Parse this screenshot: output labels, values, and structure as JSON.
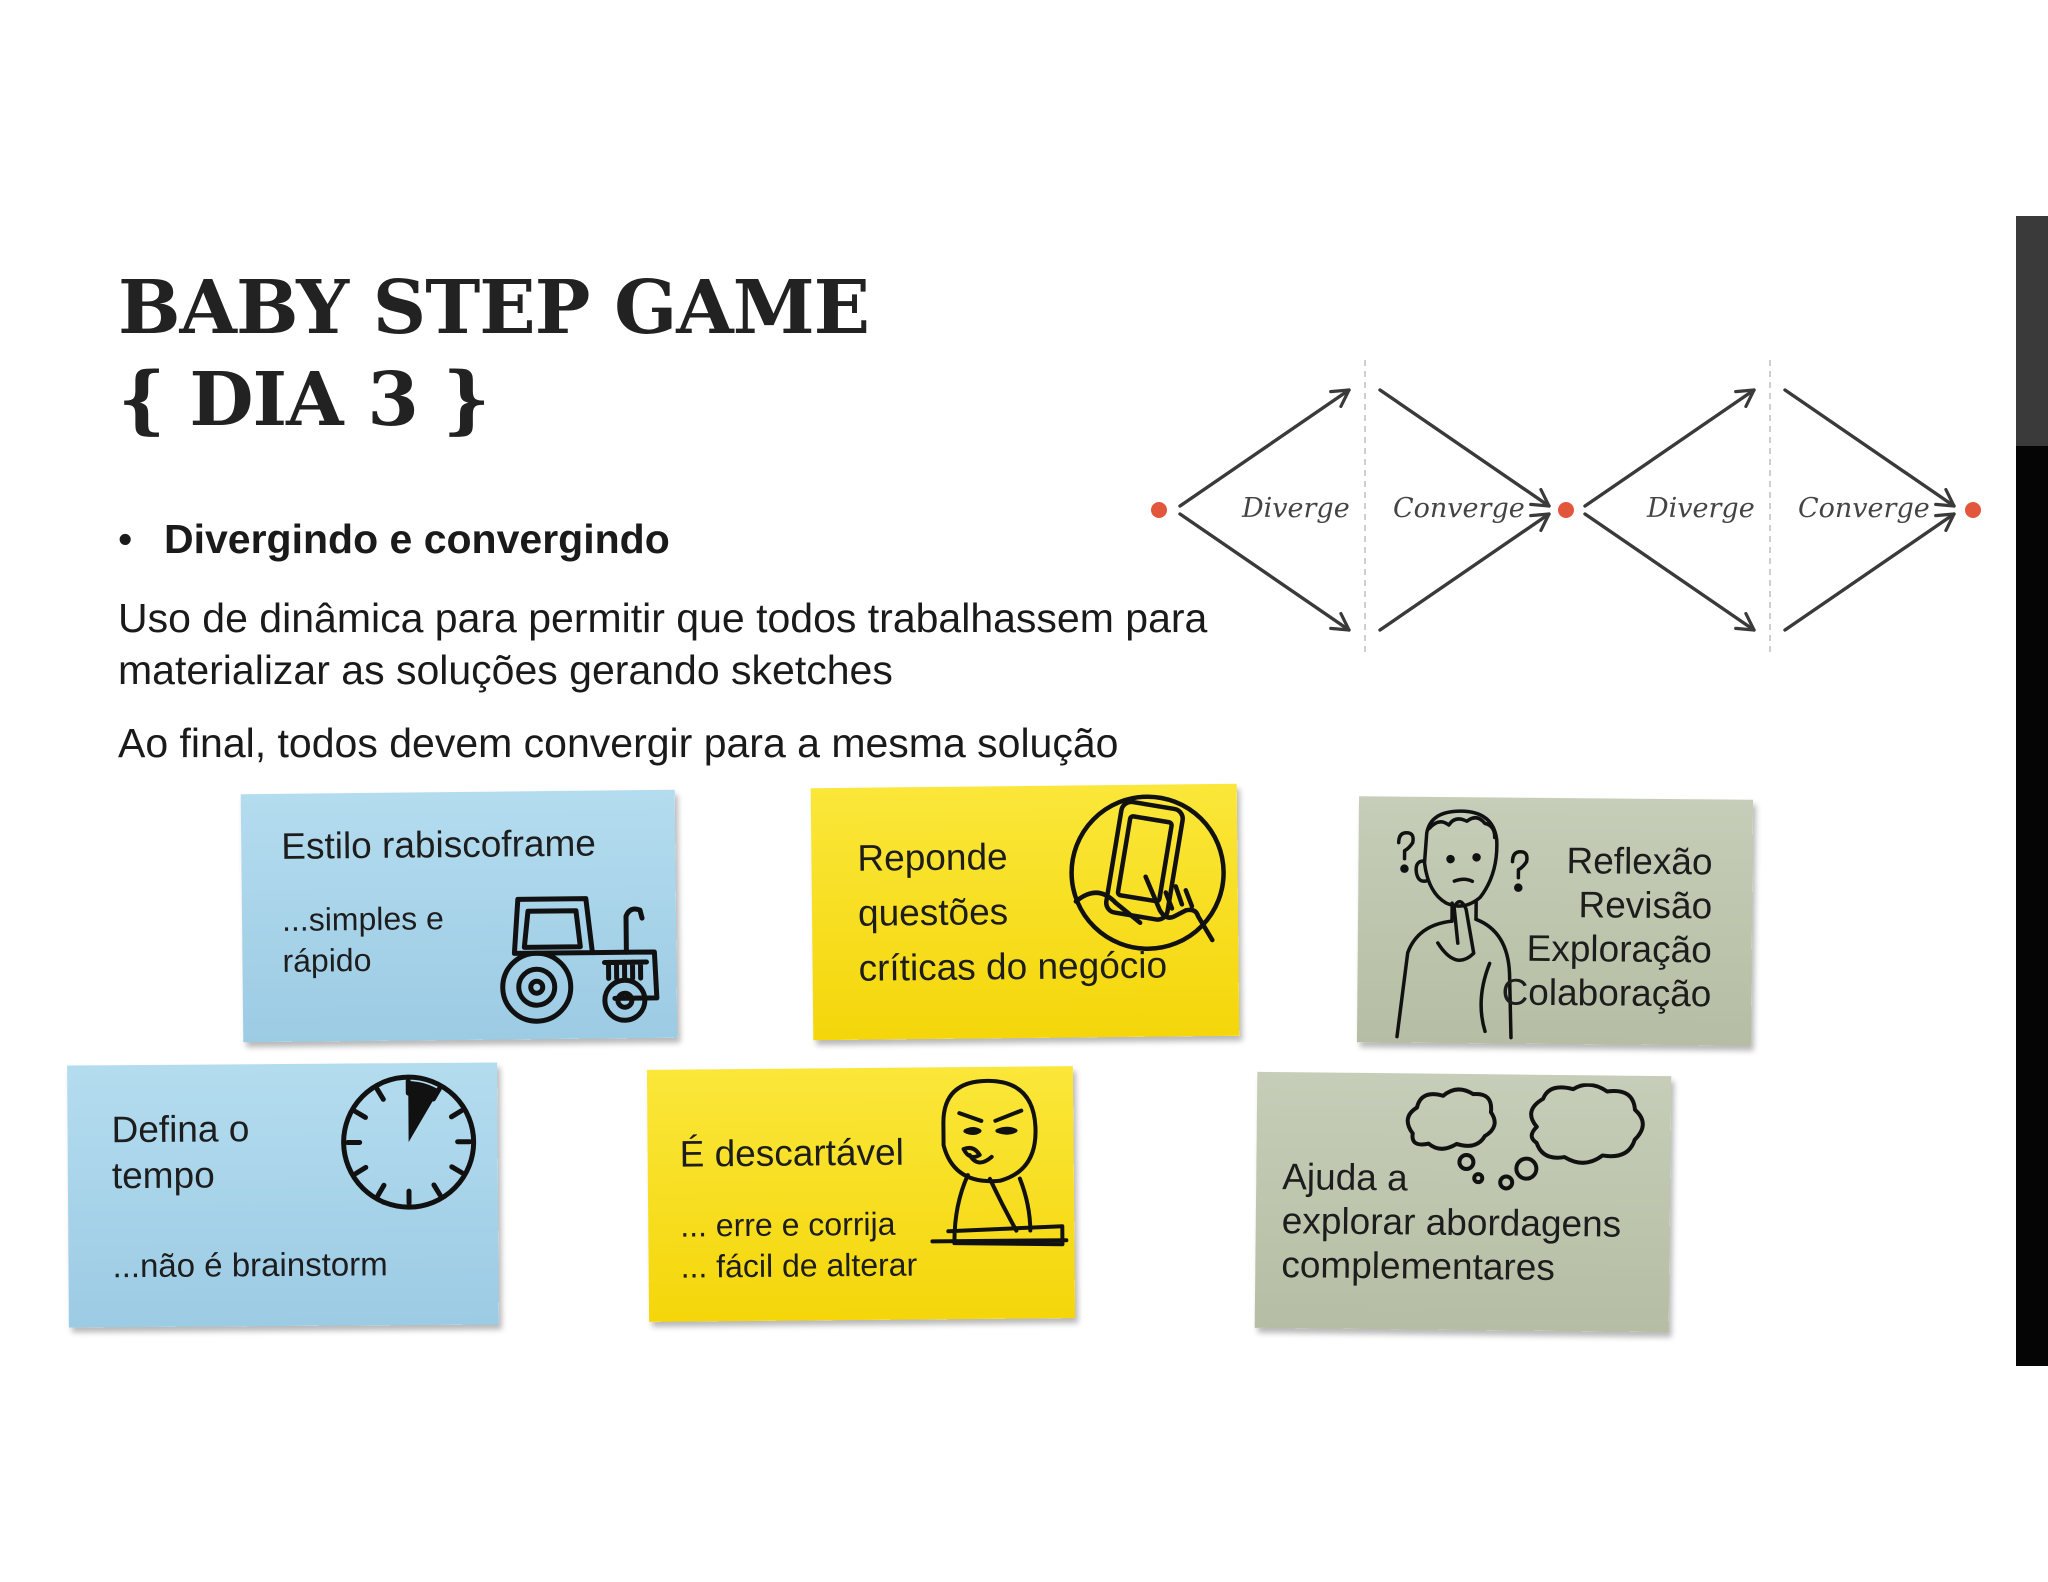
{
  "slide": {
    "title_line1": "BABY STEP GAME",
    "title_line2": "{ DIA 3 }",
    "bullet": "Divergindo e convergindo",
    "paragraph1": "Uso de dinâmica para permitir que todos trabalhassem para materializar as soluções gerando sketches",
    "paragraph2": "Ao final, todos devem convergir para a mesma solução"
  },
  "diagram": {
    "labels": [
      "Diverge",
      "Converge",
      "Diverge",
      "Converge"
    ],
    "dot_color": "#e2563b"
  },
  "notes": [
    {
      "color": "blue",
      "heading": "Estilo rabiscoframe",
      "line1": "...simples e",
      "line2": "rápido",
      "icon": "tractor-icon"
    },
    {
      "color": "yellow",
      "line1": "Reponde",
      "line2": "questões",
      "line3": "críticas do negócio",
      "icon": "phone-tap-icon"
    },
    {
      "color": "green",
      "line1": "Reflexão",
      "line2": "Revisão",
      "line3": "Exploração",
      "line4": "Colaboração",
      "icon": "thinking-person-icon"
    },
    {
      "color": "blue",
      "line1": "Defina o",
      "line2": "tempo",
      "line3": "...não é brainstorm",
      "icon": "clock-timer-icon"
    },
    {
      "color": "yellow",
      "heading": "É descartável",
      "line1": "... erre e corrija",
      "line2": "... fácil de alterar",
      "icon": "skeptical-face-icon"
    },
    {
      "color": "green",
      "line1": "Ajuda a",
      "line2": "explorar abordagens",
      "line3": "complementares",
      "icon": "thought-clouds-icon"
    }
  ],
  "colors": {
    "blue_note": "#a6d2e8",
    "yellow_note": "#f7dc1c",
    "green_note": "#bcc4ab",
    "sidebar": "#050505"
  }
}
